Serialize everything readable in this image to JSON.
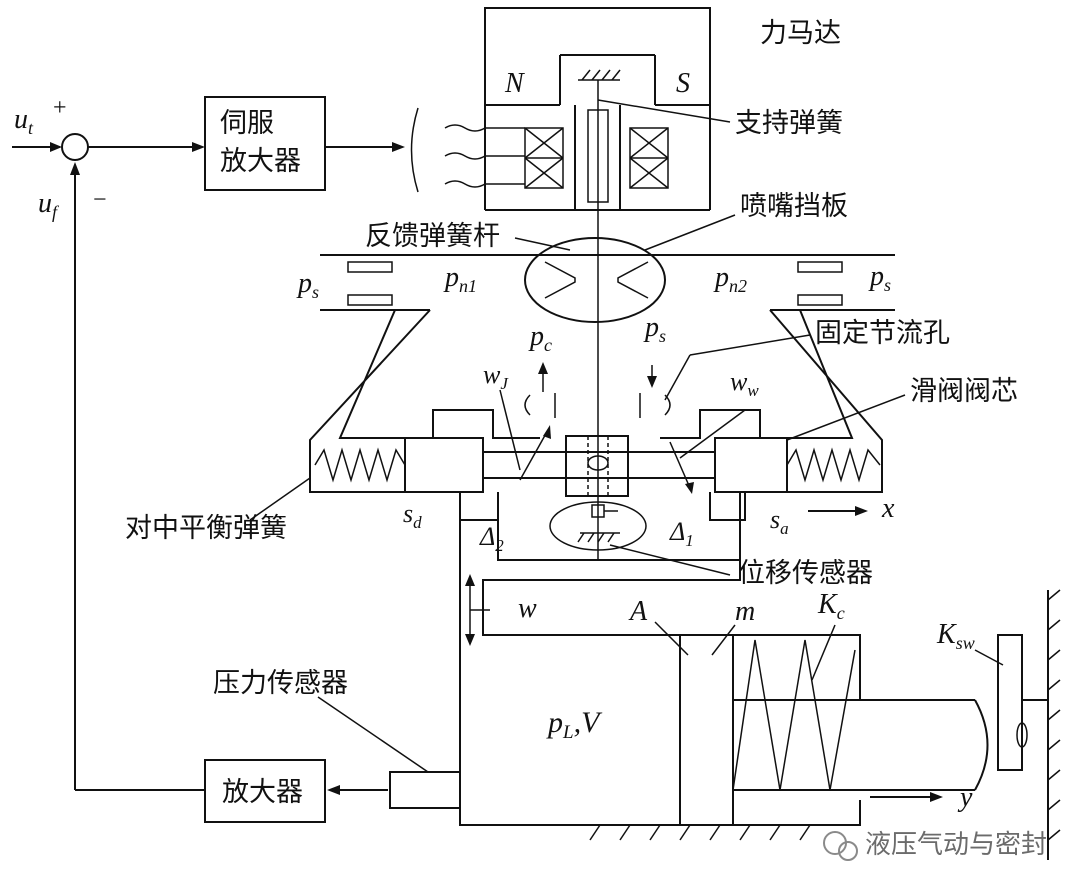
{
  "labels": {
    "torque_motor": "力马达",
    "support_spring": "支持弹簧",
    "servo_amp_line1": "伺服",
    "servo_amp_line2": "放大器",
    "feedback_rod": "反馈弹簧杆",
    "nozzle_flapper": "喷嘴挡板",
    "fixed_orifice": "固定节流孔",
    "spool": "滑阀阀芯",
    "centering_spring": "对中平衡弹簧",
    "displacement_sensor": "位移传感器",
    "pressure_sensor": "压力传感器",
    "amplifier": "放大器",
    "watermark": "液压气动与密封"
  },
  "symbols": {
    "ut": {
      "main": "u",
      "sub": "t"
    },
    "uf": {
      "main": "u",
      "sub": "f"
    },
    "plus": "+",
    "minus": "−",
    "N": "N",
    "S": "S",
    "ps_left": {
      "main": "p",
      "sub": "s"
    },
    "ps_right": {
      "main": "p",
      "sub": "s"
    },
    "pn1": {
      "main": "p",
      "sub": "n1"
    },
    "pn2": {
      "main": "p",
      "sub": "n2"
    },
    "pc": {
      "main": "p",
      "sub": "c"
    },
    "ps_mid": {
      "main": "p",
      "sub": "s"
    },
    "wJ": {
      "main": "w",
      "sub": "J"
    },
    "ww": {
      "main": "w",
      "sub": "w"
    },
    "sd": {
      "main": "s",
      "sub": "d"
    },
    "sa": {
      "main": "s",
      "sub": "a"
    },
    "x": "x",
    "delta2": {
      "main": "Δ",
      "sub": "2"
    },
    "delta1": {
      "main": "Δ",
      "sub": "1"
    },
    "w": "w",
    "A": "A",
    "m": "m",
    "Kc": {
      "main": "K",
      "sub": "c"
    },
    "Ksw": {
      "main": "K",
      "sub": "sw"
    },
    "pLV": "p",
    "pLV_sub": "L",
    "pLV_rest": ",V",
    "y": "y"
  }
}
